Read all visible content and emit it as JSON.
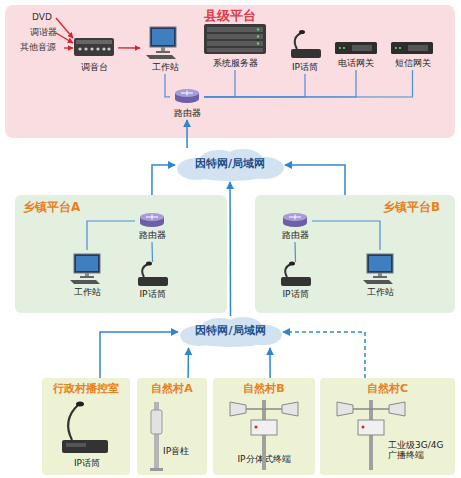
{
  "diagram": {
    "nodes": [
      {
        "text": [
          "县级平台"
        ]
      },
      {
        "text": [
          "调音台"
        ],
        "in": 0
      },
      {
        "text": [
          "工作站"
        ],
        "in": 0
      },
      {
        "text": [
          "系统服务器"
        ],
        "in": 0
      },
      {
        "text": [
          "IP话筒"
        ],
        "in": 0
      },
      {
        "text": [
          "电话网关"
        ],
        "in": 0
      },
      {
        "text": [
          "短信网关"
        ],
        "in": 0
      },
      {
        "text": [
          "路由器"
        ],
        "in": 0
      },
      {
        "text": [
          "因特网/局域网"
        ]
      },
      {
        "text": [
          "乡镇平台A"
        ]
      },
      {
        "text": [
          "路由器"
        ],
        "in": 9
      },
      {
        "text": [
          "工作站"
        ],
        "in": 9
      },
      {
        "text": [
          "IP话筒"
        ],
        "in": 9
      },
      {
        "text": [
          "乡镇平台B"
        ]
      },
      {
        "text": [
          "路由器"
        ],
        "in": 13
      },
      {
        "text": [
          "IP话筒"
        ],
        "in": 13
      },
      {
        "text": [
          "工作站"
        ],
        "in": 13
      },
      {
        "text": [
          "因特网/局域网"
        ]
      },
      {
        "text": [
          "行政村播控室"
        ]
      },
      {
        "text": [
          "IP话筒"
        ],
        "in": 18
      },
      {
        "text": [
          "自然村A"
        ]
      },
      {
        "text": [
          "IP音柱"
        ],
        "in": 20
      },
      {
        "text": [
          "自然村B"
        ]
      },
      {
        "text": [
          "IP分体式终端"
        ],
        "in": 22
      },
      {
        "text": [
          "自然村C"
        ]
      },
      {
        "text": [
          "工业级3G/4G 广播终端"
        ],
        "in": 24
      }
    ],
    "edges": [
      {
        "from": 1,
        "to": 2,
        "arrow": "to"
      },
      {
        "from": 7,
        "to": 2,
        "arrow": "none"
      },
      {
        "from": 7,
        "to": 3,
        "arrow": "none"
      },
      {
        "from": 7,
        "to": 4,
        "arrow": "none"
      },
      {
        "from": 7,
        "to": 5,
        "arrow": "none"
      },
      {
        "from": 7,
        "to": 6,
        "arrow": "none"
      },
      {
        "from": 8,
        "to": 7,
        "arrow": "to"
      },
      {
        "from": 9,
        "to": 8,
        "arrow": "to"
      },
      {
        "from": 13,
        "to": 8,
        "arrow": "to"
      },
      {
        "from": 10,
        "to": 11,
        "arrow": "none"
      },
      {
        "from": 10,
        "to": 12,
        "arrow": "none"
      },
      {
        "from": 14,
        "to": 15,
        "arrow": "none"
      },
      {
        "from": 14,
        "to": 16,
        "arrow": "none"
      },
      {
        "from": 17,
        "to": 8,
        "arrow": "to"
      },
      {
        "from": 18,
        "to": 17,
        "arrow": "to"
      },
      {
        "from": 20,
        "to": 17,
        "arrow": "to"
      },
      {
        "from": 22,
        "to": 17,
        "arrow": "to"
      },
      {
        "from": 24,
        "to": 17,
        "arrow": "to"
      }
    ],
    "labels": [
      "DVD",
      "调谐器",
      "其他音源"
    ]
  }
}
